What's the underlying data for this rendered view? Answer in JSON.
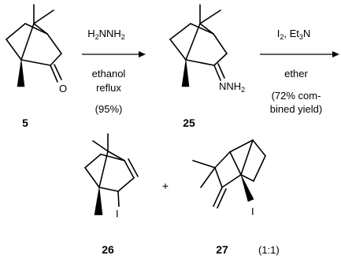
{
  "compounds": {
    "c5": {
      "number": "5",
      "atom_label": "O"
    },
    "c25": {
      "number": "25",
      "atom_label_main": "NNH",
      "atom_label_sub": "2"
    },
    "c26": {
      "number": "26",
      "atom_label": "I"
    },
    "c27": {
      "number": "27",
      "atom_label": "I"
    }
  },
  "arrow1": {
    "reagent_main": "H",
    "reagent_sub1": "2",
    "reagent_mid": "NNH",
    "reagent_sub2": "2",
    "conditions": [
      "ethanol",
      "reflux",
      "(95%)"
    ]
  },
  "arrow2": {
    "reagent": "I",
    "reagent_sub": "2",
    "reagent_tail": ", Et",
    "reagent_sub2": "3",
    "reagent_end": "N",
    "conditions": [
      "ether",
      "(72% com-",
      "bined yield)"
    ]
  },
  "plus_sign": "+",
  "ratio": "(1:1)"
}
